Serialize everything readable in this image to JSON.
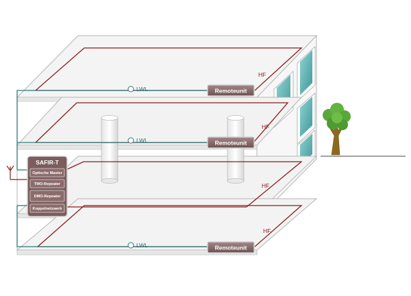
{
  "labels": {
    "hf": "HF",
    "lwl": "LWL",
    "remoteunit": "Remoteunit"
  },
  "safir": {
    "title": "SAFIR-T",
    "items": [
      "Optische Master",
      "TMO-Repeater",
      "DMO-Repeater",
      "Koppelnetzwerk"
    ]
  },
  "colors": {
    "hf_cable": "#8a1c1c",
    "fiber_cable": "#2c7a7a",
    "floor_fill": "#f4f4f4",
    "floor_edge": "#b5b5b5",
    "unit_fill": "#8c6b6b",
    "window_glass": "#5fb0b0",
    "tree_foliage": "#5aa83a",
    "tree_trunk": "#8a6a1e"
  },
  "icons": {
    "antenna": "antenna-icon",
    "tree": "tree-icon"
  }
}
